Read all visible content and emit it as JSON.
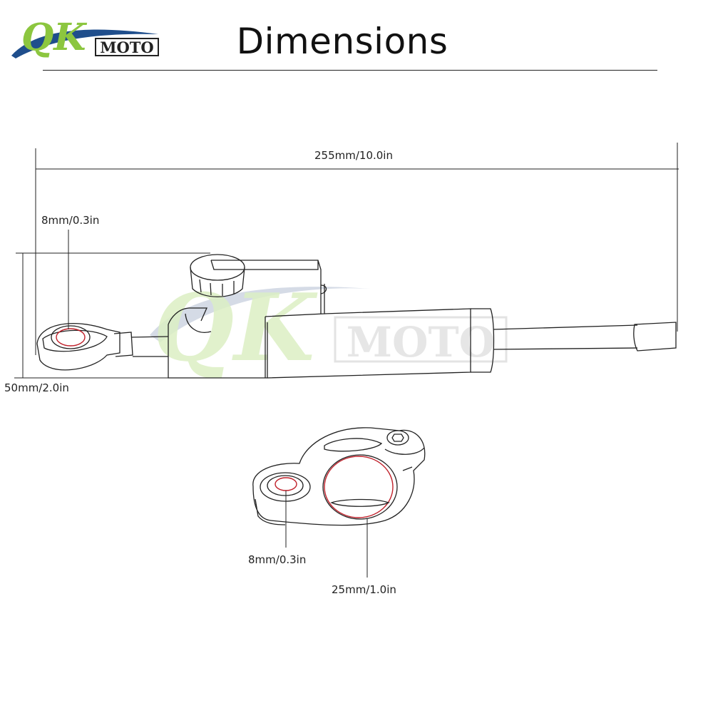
{
  "brand": {
    "logo_mark": "QK",
    "logo_word": "MOTO",
    "colors": {
      "green": "#8cc63f",
      "blue": "#1f4e8c",
      "dark": "#222222"
    }
  },
  "header": {
    "title": "Dimensions"
  },
  "damper": {
    "length_label": "255mm/10.0in",
    "eye_hole_label": "8mm/0.3in",
    "height_label": "50mm/2.0in"
  },
  "clamp": {
    "small_hole_label": "8mm/0.3in",
    "large_hole_label": "25mm/1.0in"
  },
  "colors": {
    "line": "#222222",
    "highlight": "#c0202a",
    "watermark_green": "#d7ecb8",
    "watermark_blue": "#d5dbe6"
  }
}
